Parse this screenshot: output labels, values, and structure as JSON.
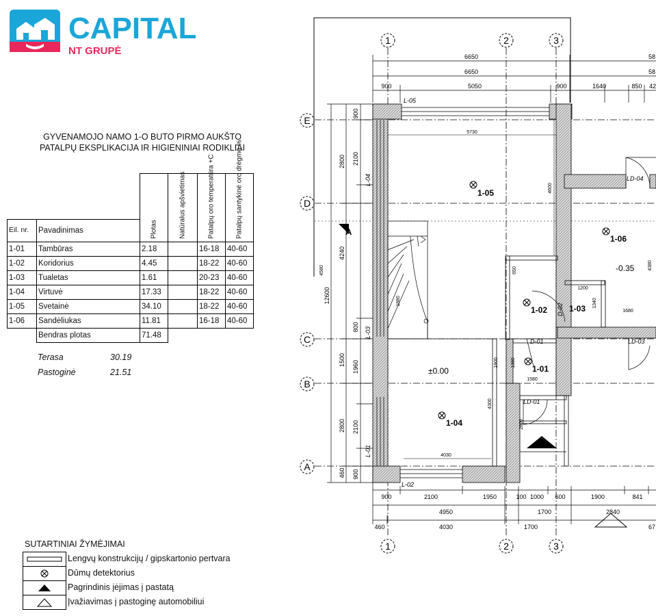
{
  "logo": {
    "brand": "CAPITAL",
    "sub": "NT GRUPĖ"
  },
  "title": {
    "line1": "GYVENAMOJO NAMO 1-O BUTO PIRMO AUKŠTO",
    "line2": "PATALPŲ EKSPLIKACIJA IR HIGIENINIAI RODIKLIAI"
  },
  "table": {
    "headers": {
      "nr": "Eil. nr.",
      "name": "Pavadinimas",
      "area": "Plotas",
      "light": "Natūralus apšvietimas",
      "temp": "Patalpų oro temperatūra +C",
      "humidity": "Patalpų santykinė oro drėgmė %"
    },
    "rows": [
      {
        "nr": "1-01",
        "name": "Tambūras",
        "area": "2.18",
        "temp": "16-18",
        "hum": "40-60"
      },
      {
        "nr": "1-02",
        "name": "Koridorius",
        "area": "4.45",
        "temp": "18-22",
        "hum": "40-60"
      },
      {
        "nr": "1-03",
        "name": "Tualetas",
        "area": "1.61",
        "temp": "20-23",
        "hum": "40-60"
      },
      {
        "nr": "1-04",
        "name": "Virtuvė",
        "area": "17.33",
        "temp": "18-22",
        "hum": "40-60"
      },
      {
        "nr": "1-05",
        "name": "Svetainė",
        "area": "34.10",
        "temp": "18-22",
        "hum": "40-60"
      },
      {
        "nr": "1-06",
        "name": "Sandėliukas",
        "area": "11.81",
        "temp": "16-18",
        "hum": "40-60"
      }
    ],
    "total_label": "Bendras plotas",
    "total_value": "71.48"
  },
  "extras": [
    {
      "label": "Terasa",
      "value": "30.19"
    },
    {
      "label": "Pastoginė",
      "value": "21.51"
    }
  ],
  "legend": {
    "title": "SUTARTINIAI ŽYMĖJIMAI",
    "items": [
      {
        "icon": "partition-line-icon",
        "label": "Lengvų konstrukcijų / gipskartonio pertvara"
      },
      {
        "icon": "smoke-detector-icon",
        "label": "Dūmų detektorius"
      },
      {
        "icon": "main-entrance-triangle-icon",
        "label": "Pagrindinis įėjimas į pastatą"
      },
      {
        "icon": "car-entrance-triangle-icon",
        "label": "Įvažiavimas į pastoginę automobiliui"
      }
    ]
  },
  "plan": {
    "axes_x": [
      "1",
      "2",
      "3"
    ],
    "axes_y": [
      "E",
      "D",
      "C",
      "B",
      "A"
    ],
    "dims_top_1": [
      "6650",
      "58"
    ],
    "dims_top_2": [
      "6650",
      "58"
    ],
    "dims_top_3": [
      "900",
      "5050",
      "900",
      "1640",
      "850",
      "42"
    ],
    "dims_bottom_1": [
      "900",
      "2100",
      "1950",
      "100",
      "1000",
      "600",
      "1900",
      "841"
    ],
    "dims_bottom_2": [
      "4950",
      "1700",
      "2840"
    ],
    "dims_bottom_3": [
      "460",
      "4030",
      "1700",
      "67"
    ],
    "dims_left_1": [
      "12600"
    ],
    "dims_left_2": [
      "2800",
      "4240",
      "1500",
      "2800",
      "460",
      "4580"
    ],
    "dims_left_3": [
      "900",
      "2100",
      "800",
      "1960",
      "2100",
      "900"
    ],
    "rooms": [
      {
        "id": "1-05"
      },
      {
        "id": "1-06"
      },
      {
        "id": "1-03"
      },
      {
        "id": "1-02"
      },
      {
        "id": "1-01"
      },
      {
        "id": "1-04"
      }
    ],
    "levels": [
      "-0.35",
      "±0.00"
    ],
    "wall_labels": [
      "L-05",
      "L-04",
      "L-03",
      "L-01",
      "L-02"
    ],
    "door_labels": [
      "LD-04",
      "LD-03",
      "LD-01",
      "D-01",
      "D-02"
    ],
    "inner_dims": [
      "5730",
      "4600",
      "4030",
      "1200",
      "1340",
      "1680",
      "650",
      "1380",
      "1580",
      "1900",
      "4300",
      "2800",
      "1880",
      "4380"
    ],
    "section_label": "A"
  }
}
